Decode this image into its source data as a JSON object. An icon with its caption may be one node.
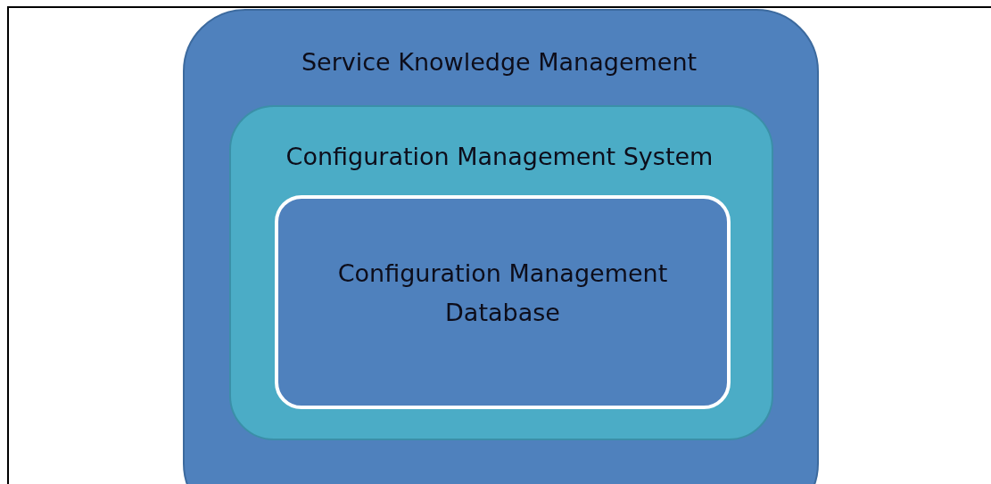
{
  "diagram": {
    "nodes": [
      {
        "text": [
          "Service Knowledge Management"
        ]
      },
      {
        "text": [
          "Configuration Management System"
        ],
        "in": 0
      },
      {
        "text": [
          "Configuration Management Database"
        ],
        "in": 1
      }
    ]
  }
}
